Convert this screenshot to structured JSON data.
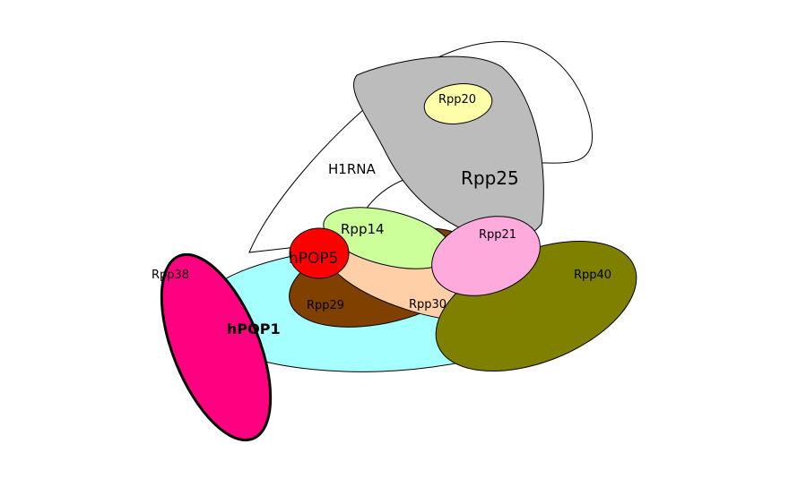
{
  "diagram": {
    "labels": {
      "h1rna": "H1RNA",
      "rpp25": "Rpp25",
      "rpp20": "Rpp20",
      "rpp14": "Rpp14",
      "rpp21": "Rpp21",
      "hpop5": "hPOP5",
      "rpp38": "Rpp38",
      "rpp40": "Rpp40",
      "rpp29": "Rpp29",
      "rpp30": "Rpp30",
      "hpop1": "hPOP1"
    },
    "colors": {
      "h1rna": "#ffffff",
      "rpp25": "#bcbcbc",
      "rpp20": "#ffffaa",
      "rpp14": "#ccff99",
      "rpp21": "#ffaadd",
      "hpop5": "#ff0000",
      "rpp38": "#ff0080",
      "rpp40": "#808000",
      "rpp29": "#804000",
      "rpp30": "#ffd0a8",
      "hpop1": "#a6ffff",
      "outline": "#000000"
    }
  }
}
